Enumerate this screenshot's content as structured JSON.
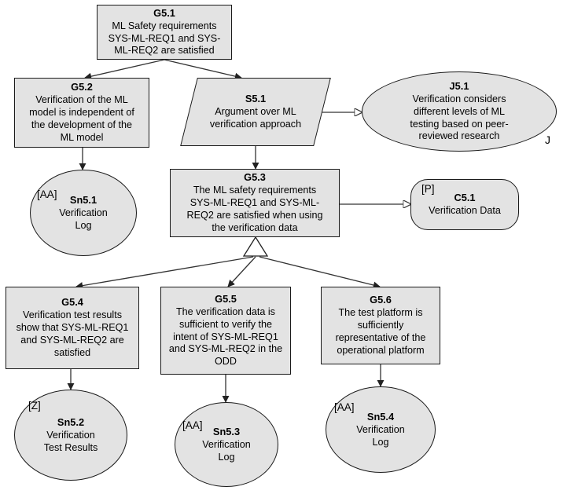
{
  "diagram": {
    "title": "ML Verification Assurance Argument (GSN)",
    "notation": "Goal Structuring Notation",
    "colors": {
      "node_fill": "#e3e3e3",
      "node_stroke": "#1a1a1a",
      "edge_stroke": "#333333",
      "background": "#ffffff",
      "text": "#000000"
    }
  },
  "nodes": [
    {
      "key": "G5_1",
      "id": "G5.1",
      "type": "goal",
      "shape": "rectangle",
      "text": "ML Safety requirements\nSYS-ML-REQ1 and SYS-\nML-REQ2 are satisfied",
      "marker": ""
    },
    {
      "key": "G5_2",
      "id": "G5.2",
      "type": "goal",
      "shape": "rectangle",
      "text": "Verification of the ML\nmodel is independent of\nthe development of the\nML model",
      "marker": ""
    },
    {
      "key": "S5_1",
      "id": "S5.1",
      "type": "strategy",
      "shape": "parallelogram",
      "text": "Argument over ML\nverification  approach",
      "marker": ""
    },
    {
      "key": "J5_1",
      "id": "J5.1",
      "type": "justification",
      "shape": "ellipse",
      "text": "Verification considers\ndifferent levels of ML\ntesting based on peer-\nreviewed research",
      "marker": "J"
    },
    {
      "key": "Sn5_1",
      "id": "Sn5.1",
      "type": "solution",
      "shape": "circle",
      "text": "Verification\nLog",
      "marker": "[AA]"
    },
    {
      "key": "G5_3",
      "id": "G5.3",
      "type": "goal",
      "shape": "rectangle",
      "text": "The ML safety requirements\nSYS-ML-REQ1 and SYS-ML-\nREQ2 are satisfied when using\nthe verification  data",
      "marker": ""
    },
    {
      "key": "C5_1",
      "id": "C5.1",
      "type": "context",
      "shape": "rounded-rectangle",
      "text": "Verification Data",
      "marker": "[P]"
    },
    {
      "key": "G5_4",
      "id": "G5.4",
      "type": "goal",
      "shape": "rectangle",
      "text": "Verification test results\nshow that SYS-ML-REQ1\nand SYS-ML-REQ2 are\nsatisfied",
      "marker": ""
    },
    {
      "key": "G5_5",
      "id": "G5.5",
      "type": "goal",
      "shape": "rectangle",
      "text": "The verification  data is\nsufficient to verify the\nintent of SYS-ML-REQ1\nand SYS-ML-REQ2 in the\nODD",
      "marker": ""
    },
    {
      "key": "G5_6",
      "id": "G5.6",
      "type": "goal",
      "shape": "rectangle",
      "text": "The test platform is\nsufficiently\nrepresentative  of the\noperational platform",
      "marker": ""
    },
    {
      "key": "Sn5_2",
      "id": "Sn5.2",
      "type": "solution",
      "shape": "circle",
      "text": "Verification\nTest Results",
      "marker": "[Z]"
    },
    {
      "key": "Sn5_3",
      "id": "Sn5.3",
      "type": "solution",
      "shape": "circle",
      "text": "Verification\nLog",
      "marker": "[AA]"
    },
    {
      "key": "Sn5_4",
      "id": "Sn5.4",
      "type": "solution",
      "shape": "circle",
      "text": "Verification\nLog",
      "marker": "[AA]"
    }
  ],
  "edges": [
    {
      "from": "G5.1",
      "to": "G5.2",
      "arrow": "solid"
    },
    {
      "from": "G5.1",
      "to": "S5.1",
      "arrow": "solid"
    },
    {
      "from": "S5.1",
      "to": "J5.1",
      "arrow": "hollow"
    },
    {
      "from": "G5.2",
      "to": "Sn5.1",
      "arrow": "solid"
    },
    {
      "from": "S5.1",
      "to": "G5.3",
      "arrow": "solid"
    },
    {
      "from": "G5.3",
      "to": "C5.1",
      "arrow": "hollow"
    },
    {
      "from": "G5.3",
      "to": "G5.4",
      "arrow": "solid"
    },
    {
      "from": "G5.3",
      "to": "G5.5",
      "arrow": "solid"
    },
    {
      "from": "G5.3",
      "to": "G5.6",
      "arrow": "solid"
    },
    {
      "from": "G5.4",
      "to": "Sn5.2",
      "arrow": "solid"
    },
    {
      "from": "G5.5",
      "to": "Sn5.3",
      "arrow": "solid"
    },
    {
      "from": "G5.6",
      "to": "Sn5.4",
      "arrow": "solid"
    }
  ]
}
